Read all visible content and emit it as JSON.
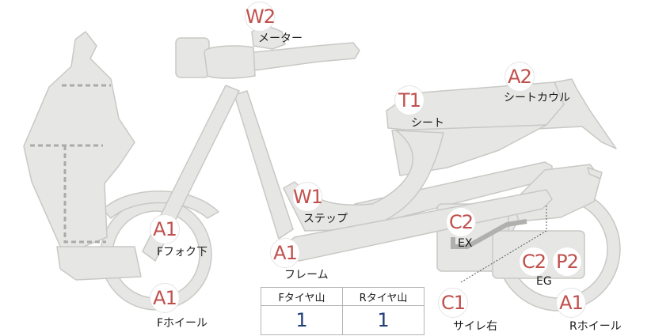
{
  "colors": {
    "part_fill": "#e6e6e4",
    "part_stroke": "#c8c8c5",
    "badge_text": "#c0504d",
    "value_text": "#1f3d7a",
    "dashed": "#aaaaaa"
  },
  "parts": [
    {
      "id": "meter",
      "code": "W2",
      "label": "メーター"
    },
    {
      "id": "seat-cowl",
      "code": "A2",
      "label": "シートカウル"
    },
    {
      "id": "seat",
      "code": "T1",
      "label": "シート"
    },
    {
      "id": "step",
      "code": "W1",
      "label": "ステップ"
    },
    {
      "id": "exhaust",
      "code": "C2",
      "label": "EX"
    },
    {
      "id": "front-fork",
      "code": "A1",
      "label": "Fフォク下"
    },
    {
      "id": "frame",
      "code": "A1",
      "label": "フレーム"
    },
    {
      "id": "engine",
      "code": "C2",
      "code2": "P2",
      "label": "EG"
    },
    {
      "id": "front-wheel",
      "code": "A1",
      "label": "Fホイール"
    },
    {
      "id": "muffler-right",
      "code": "C1",
      "label": "サイレ右"
    },
    {
      "id": "rear-wheel",
      "code": "A1",
      "label": "Rホイール"
    }
  ],
  "tire_table": {
    "headers": [
      "Fタイヤ山",
      "Rタイヤ山"
    ],
    "values": [
      "1",
      "1"
    ]
  }
}
